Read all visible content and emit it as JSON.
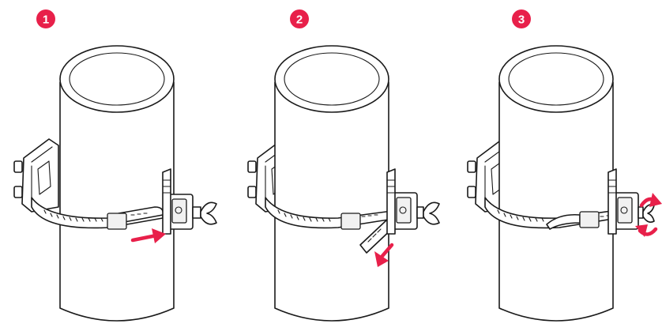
{
  "accent_color": "#e8204a",
  "steps": [
    {
      "number": "1",
      "action_icon": "push-arrow-right-icon"
    },
    {
      "number": "2",
      "action_icon": "pull-arrow-down-left-icon"
    },
    {
      "number": "3",
      "action_icon": "rotate-arrows-icon"
    }
  ]
}
